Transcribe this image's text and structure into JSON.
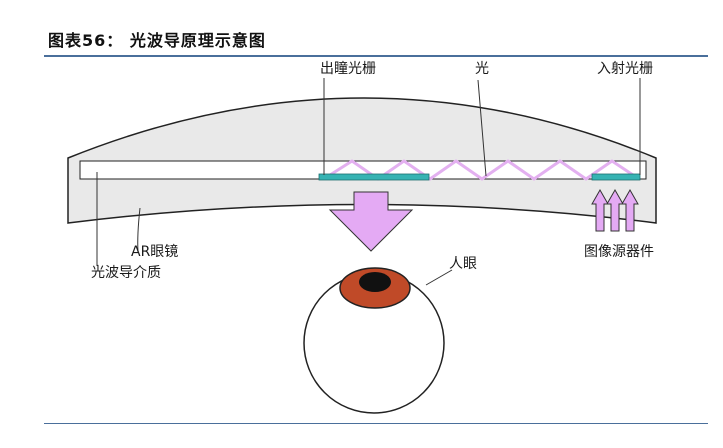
{
  "title": "图表56：  光波导原理示意图",
  "labels": {
    "exit_grating": "出瞳光栅",
    "light": "光",
    "entry_grating": "入射光栅",
    "ar_glasses": "AR眼镜",
    "waveguide_medium": "光波导介质",
    "image_source": "图像源器件",
    "human_eye": "人眼"
  },
  "colors": {
    "rule": "#4a6f9b",
    "lens_fill": "#e9e9e9",
    "light_path": "#e3b0f0",
    "arrow_fill": "#e4aaf4",
    "grating": "#36b3b3",
    "iris": "#c04a28"
  }
}
